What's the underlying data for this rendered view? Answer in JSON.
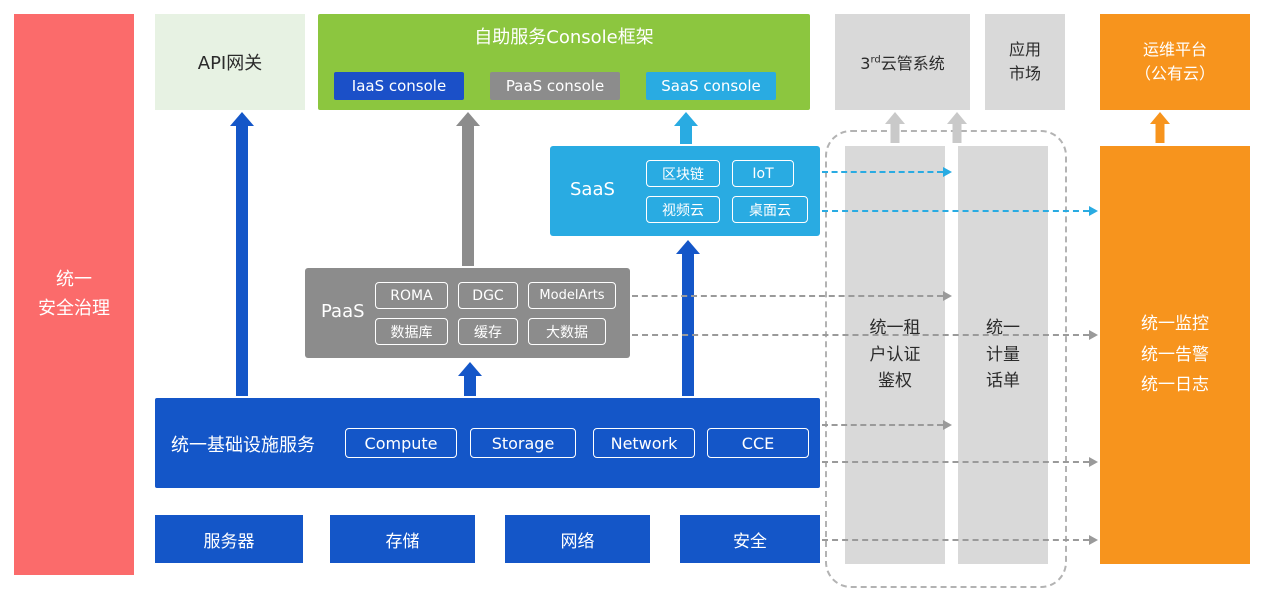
{
  "colors": {
    "red": "#FB6B6B",
    "green": "#8CC63F",
    "light_green": "#E7F2E3",
    "blue": "#1456C8",
    "cyan": "#29ABE2",
    "gray": "#8C8C8C",
    "light_gray": "#D9D9D9",
    "orange": "#F7941D"
  },
  "security_bar": {
    "label": "统一\n安全治理"
  },
  "api_gateway": {
    "label": "API网关"
  },
  "console": {
    "title": "自助服务Console框架",
    "buttons": [
      {
        "label": "IaaS console"
      },
      {
        "label": "PaaS console"
      },
      {
        "label": "SaaS console"
      }
    ]
  },
  "third_party": {
    "prefix": "3",
    "sup": "rd",
    "rest": "云管系统"
  },
  "app_market": {
    "label": "应用\n市场"
  },
  "om_platform": {
    "label": "运维平台\n（公有云）"
  },
  "saas": {
    "label": "SaaS",
    "chips": [
      "区块链",
      "IoT",
      "视频云",
      "桌面云"
    ]
  },
  "paas": {
    "label": "PaaS",
    "chips": [
      "ROMA",
      "DGC",
      "ModelArts",
      "数据库",
      "缓存",
      "大数据"
    ]
  },
  "iaas": {
    "label": "统一基础设施服务",
    "chips": [
      "Compute",
      "Storage",
      "Network",
      "CCE"
    ]
  },
  "foundation": [
    "服务器",
    "存储",
    "网络",
    "安全"
  ],
  "auth_bar": {
    "label": "统一租\n户认证\n鉴权"
  },
  "metering_bar": {
    "label": "统一\n计量\n话单"
  },
  "monitoring": {
    "label": "统一监控\n统一告警\n统一日志"
  }
}
